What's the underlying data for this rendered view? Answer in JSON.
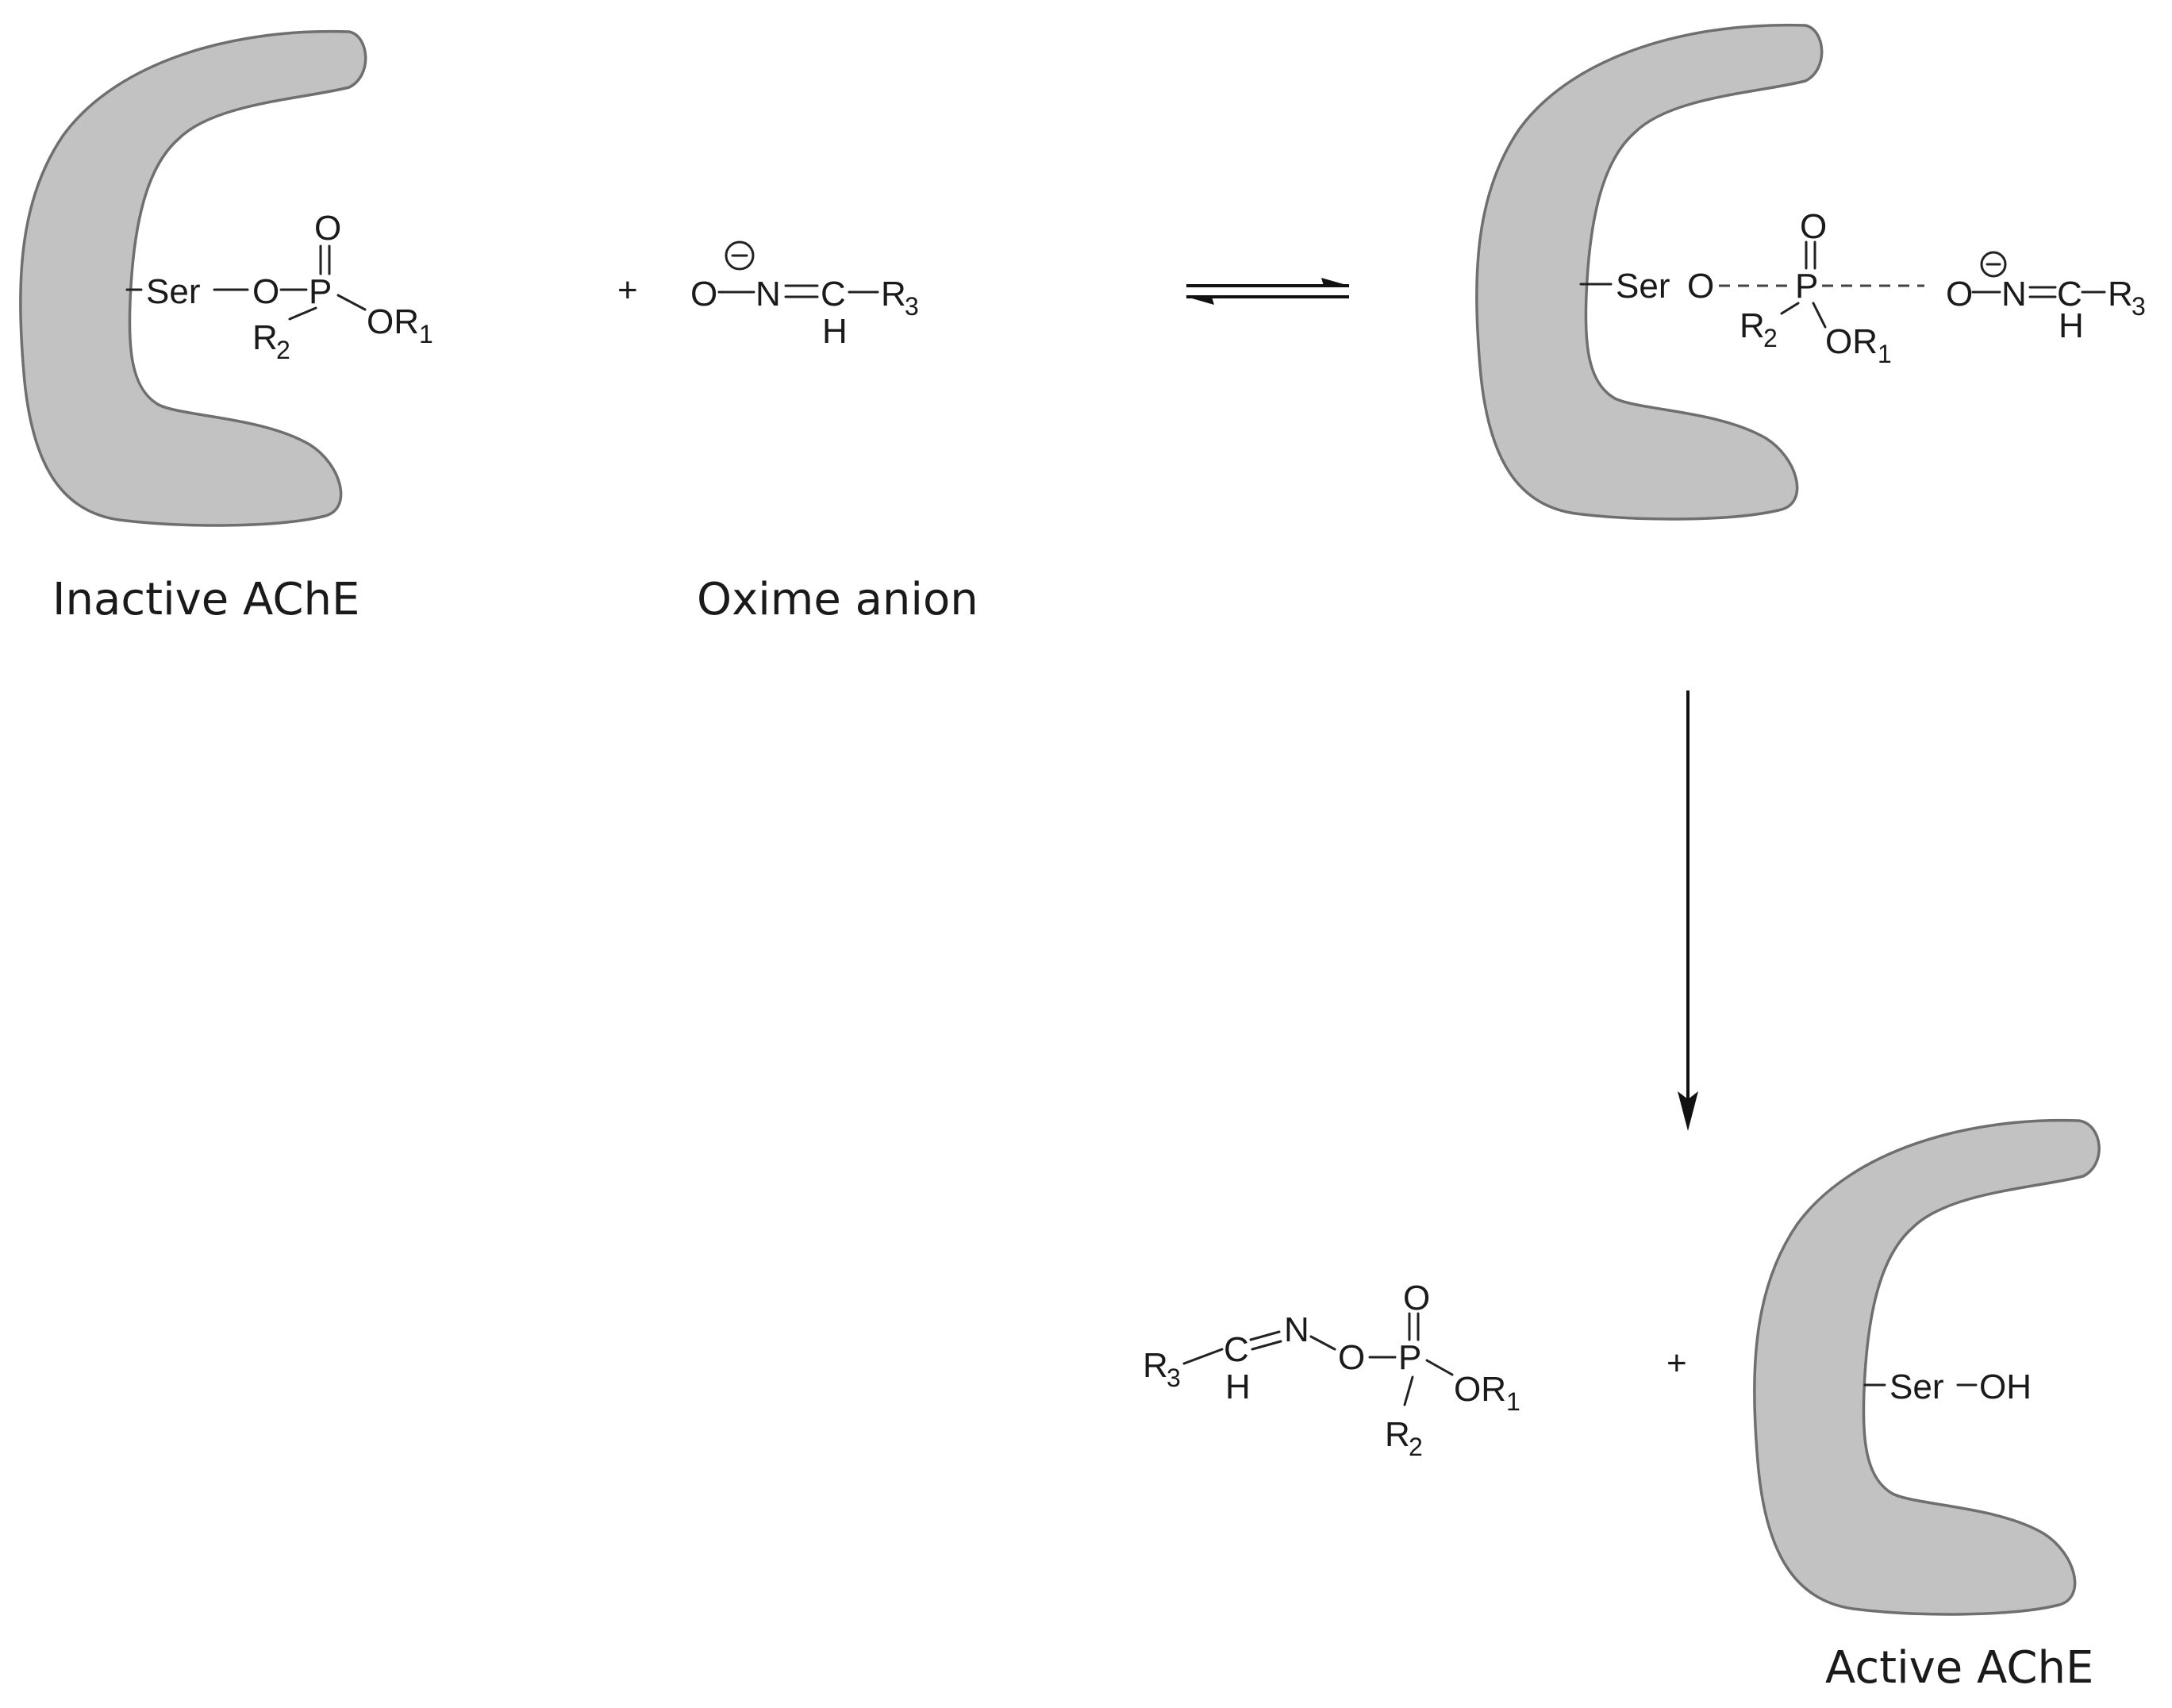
{
  "captions": {
    "inactive": "Inactive AChE",
    "oxime": "Oxime anion",
    "active": "Active AChE"
  },
  "atoms": {
    "ser": "Ser",
    "o": "O",
    "p": "P",
    "or": "OR",
    "r": "R",
    "n": "N",
    "c": "C",
    "h": "H",
    "oh": "OH",
    "minus": "−"
  },
  "subscripts": {
    "one": "1",
    "two": "2",
    "three": "3"
  },
  "operators": {
    "plus": "+"
  },
  "colors": {
    "enzyme_fill": "#c2c2c2",
    "enzyme_stroke": "#6f6f6f"
  }
}
